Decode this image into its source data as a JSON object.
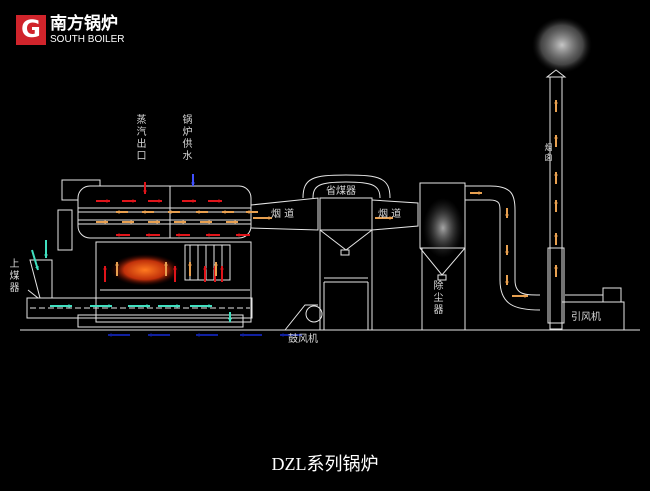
{
  "brand": {
    "logo_letter": "G",
    "name_cn": "南方锅炉",
    "name_en": "SOUTH BOILER",
    "color": "#d0242b"
  },
  "labels": {
    "steam_outlet": "蒸汽出口",
    "boiler_feedwater": "锅炉供水",
    "coal_feeder": "上煤器",
    "flue_1": "烟 道",
    "flue_2": "烟 道",
    "economizer": "省煤器",
    "dust_collector": "除尘器",
    "chimney": "烟囱",
    "induced_draft_fan": "引风机",
    "forced_draft_fan": "鼓风机"
  },
  "caption": "DZL系列锅炉",
  "colors": {
    "hot_flow": "#e0141a",
    "flue_gas": "#e8a050",
    "air_flow": "#40e0c0",
    "cold_air": "#1020a0",
    "feedwater": "#4050ff",
    "line": "#e6e6e6"
  }
}
